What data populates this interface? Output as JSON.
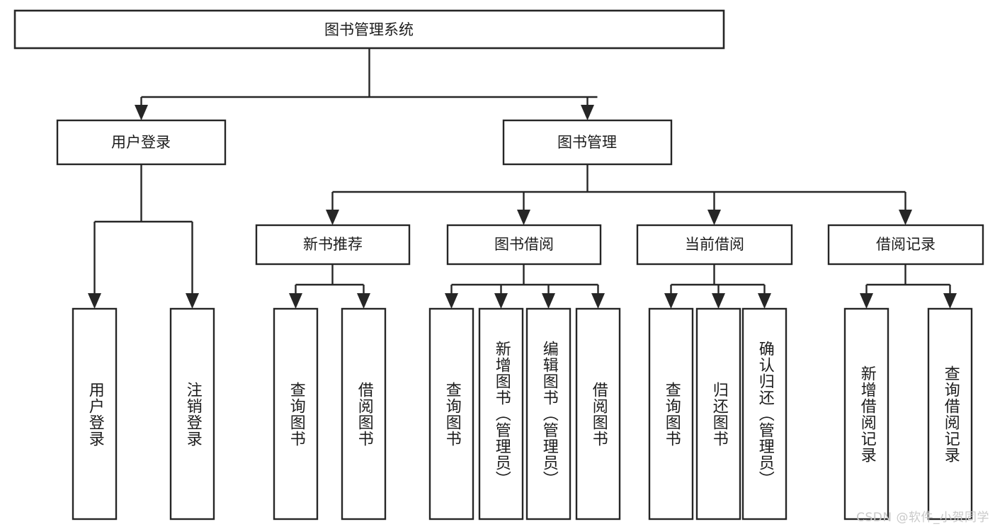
{
  "diagram": {
    "title": "图书管理系统",
    "type": "tree-hierarchy-chart",
    "watermark": "CSDN @软件_小贺同学",
    "stroke_color": "#262626",
    "fill_color": "#ffffff",
    "text_color": "#1c1c1c",
    "watermark_color": "#c9c9c9"
  },
  "nodes": {
    "root": {
      "label": "图书管理系统"
    },
    "level2": [
      {
        "label": "用户登录"
      },
      {
        "label": "图书管理"
      }
    ],
    "level3": [
      {
        "label": "新书推荐"
      },
      {
        "label": "图书借阅"
      },
      {
        "label": "当前借阅"
      },
      {
        "label": "借阅记录"
      }
    ],
    "leaves": {
      "user_login": [
        {
          "label": "用户登录"
        },
        {
          "label": "注销登录"
        }
      ],
      "new_book_recommend": [
        {
          "label": "查询图书"
        },
        {
          "label": "借阅图书"
        }
      ],
      "book_borrow": [
        {
          "label": "查询图书"
        },
        {
          "label": "新增图书（管理员）"
        },
        {
          "label": "编辑图书（管理员）"
        },
        {
          "label": "借阅图书"
        }
      ],
      "current_borrow": [
        {
          "label": "查询图书"
        },
        {
          "label": "归还图书"
        },
        {
          "label": "确认归还（管理员）"
        }
      ],
      "borrow_record": [
        {
          "label": "新增借阅记录"
        },
        {
          "label": "查询借阅记录"
        }
      ]
    }
  }
}
